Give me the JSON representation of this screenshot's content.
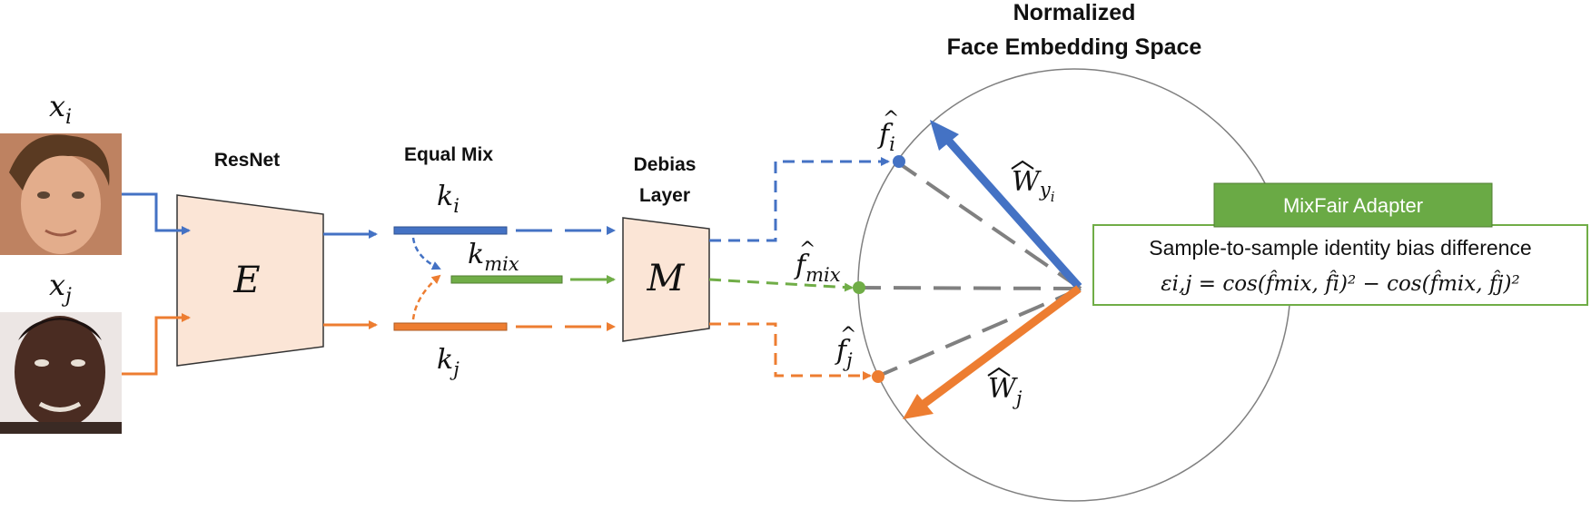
{
  "title": {
    "line1": "Normalized",
    "line2": "Face Embedding Space"
  },
  "inputs": {
    "xi": {
      "base": "x",
      "sub": "i"
    },
    "xj": {
      "base": "x",
      "sub": "j"
    }
  },
  "encoder": {
    "heading": "ResNet",
    "symbol": "E"
  },
  "mix": {
    "heading": "Equal Mix",
    "ki": {
      "base": "k",
      "sub": "i"
    },
    "kmix": {
      "base": "k",
      "sub": "mix"
    },
    "kj": {
      "base": "k",
      "sub": "j"
    }
  },
  "debias": {
    "heading_line1": "Debias",
    "heading_line2": "Layer",
    "symbol": "M"
  },
  "embeddings": {
    "fi": {
      "base": "f",
      "sub": "i"
    },
    "fmix": {
      "base": "f",
      "sub": "mix"
    },
    "fj": {
      "base": "f",
      "sub": "j"
    },
    "wyi": {
      "base": "W",
      "sub": "y",
      "subsub": "i"
    },
    "wj": {
      "base": "W",
      "sub": "j"
    }
  },
  "adapter": {
    "title": "MixFair Adapter",
    "line1": "Sample-to-sample identity bias difference",
    "formula": "εi,j = cos(f̂mix, f̂i)² − cos(f̂mix, f̂j)²"
  },
  "colors": {
    "blue": "#4472c4",
    "orange": "#ed7d31",
    "green": "#70ad47",
    "gray": "#808080",
    "peach": "#fbe5d6",
    "adapter_green": "#6aaa45"
  }
}
